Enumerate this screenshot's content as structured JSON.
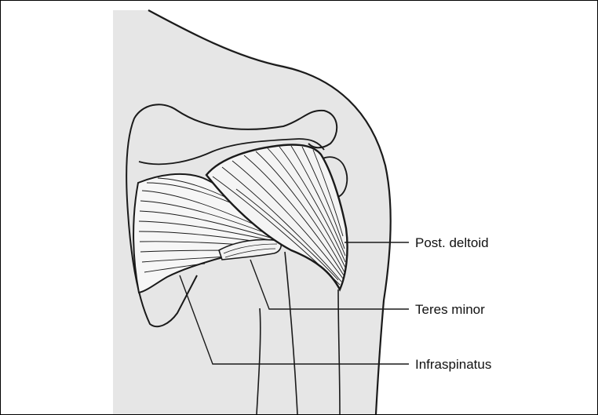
{
  "labels": {
    "post_deltoid": "Post. deltoid",
    "teres_minor": "Teres minor",
    "infraspinatus": "Infraspinatus"
  },
  "colors": {
    "background": "#ffffff",
    "skin": "#e6e6e6",
    "line": "#1a1a1a"
  }
}
